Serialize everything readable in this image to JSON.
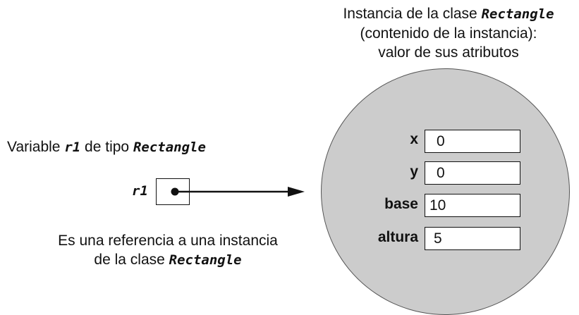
{
  "instance_title": {
    "line1_prefix": "Instancia de la clase ",
    "line1_class": "Rectangle",
    "line2": "(contenido de la instancia):",
    "line3": "valor de sus atributos"
  },
  "variable_caption": {
    "prefix": "Variable ",
    "var_name": "r1",
    "middle": " de tipo ",
    "type_name": "Rectangle"
  },
  "reference": {
    "label": "r1"
  },
  "description": {
    "line1": "Es una referencia a una instancia",
    "line2_prefix": "de la clase ",
    "line2_class": "Rectangle"
  },
  "attributes": [
    {
      "name": "x",
      "value": "0"
    },
    {
      "name": "y",
      "value": "0"
    },
    {
      "name": "base",
      "value": "10"
    },
    {
      "name": "altura",
      "value": "5"
    }
  ],
  "colors": {
    "circle_fill": "#cccccc",
    "box_fill": "#ffffff",
    "stroke": "#111111"
  }
}
